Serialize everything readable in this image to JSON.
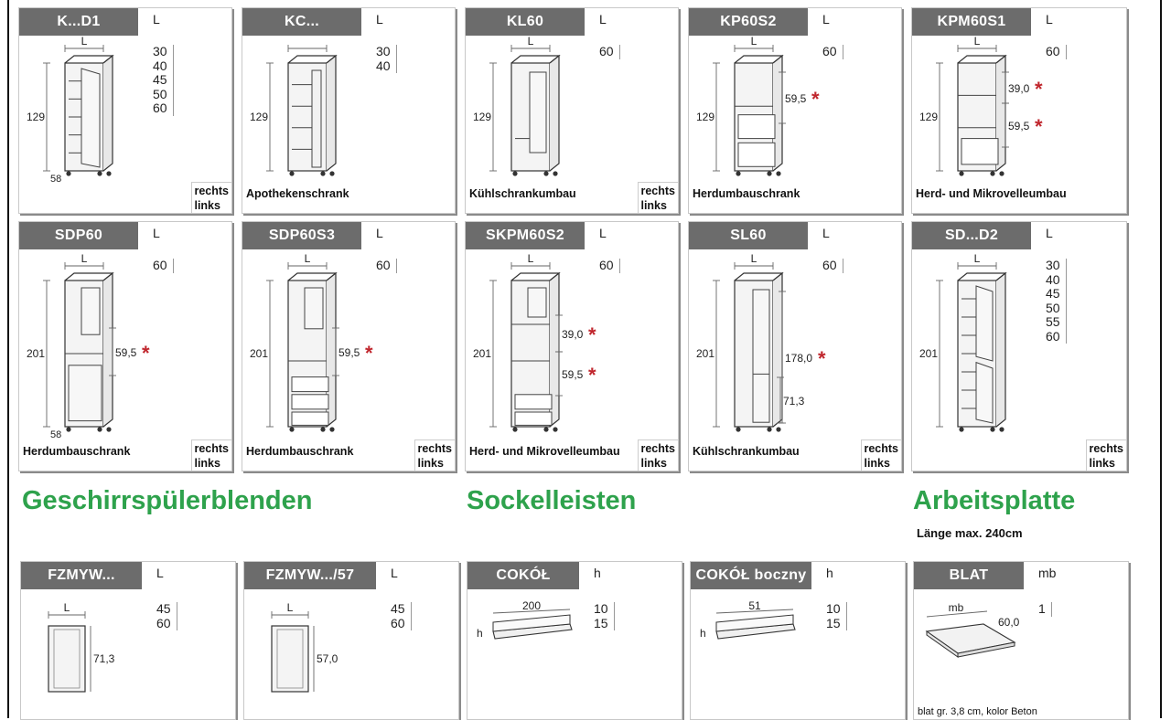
{
  "cards": [
    {
      "code": "K...D1",
      "dim_label": "L",
      "options": [
        "30",
        "40",
        "45",
        "50",
        "60"
      ],
      "description": "",
      "sides": [
        "rechts",
        "links"
      ],
      "drawing": "tall-shelves",
      "labels": {
        "width": "L",
        "height": "129",
        "depth": "58"
      }
    },
    {
      "code": "KC...",
      "dim_label": "L",
      "options": [
        "30",
        "40"
      ],
      "description": "Apothekenschrank",
      "sides": [],
      "drawing": "tall-pull",
      "labels": {
        "width": "",
        "height": "129"
      }
    },
    {
      "code": "KL60",
      "dim_label": "L",
      "options": [
        "60"
      ],
      "description": "Kühlschrankumbau",
      "sides": [
        "rechts",
        "links"
      ],
      "drawing": "tall-fridge",
      "labels": {
        "width": "L",
        "height": "129"
      }
    },
    {
      "code": "KP60S2",
      "dim_label": "L",
      "options": [
        "60"
      ],
      "description": "Herdumbauschrank",
      "sides": [],
      "drawing": "tall-oven",
      "labels": {
        "width": "L",
        "height": "129",
        "niche1": "59,5"
      }
    },
    {
      "code": "KPM60S1",
      "dim_label": "L",
      "options": [
        "60"
      ],
      "description": "Herd- und Mikrovelleumbau",
      "sides": [],
      "drawing": "tall-oven-micro",
      "labels": {
        "width": "L",
        "height": "129",
        "niche1": "39,0",
        "niche2": "59,5"
      }
    },
    {
      "code": "SDP60",
      "dim_label": "L",
      "options": [
        "60"
      ],
      "description": "Herdumbauschrank",
      "sides": [
        "rechts",
        "links"
      ],
      "drawing": "tall201-oven",
      "labels": {
        "width": "L",
        "height": "201",
        "niche1": "59,5",
        "depth": "58"
      }
    },
    {
      "code": "SDP60S3",
      "dim_label": "L",
      "options": [
        "60"
      ],
      "description": "Herdumbauschrank",
      "sides": [
        "rechts",
        "links"
      ],
      "drawing": "tall201-oven-drawers",
      "labels": {
        "width": "L",
        "height": "201",
        "niche1": "59,5"
      }
    },
    {
      "code": "SKPM60S2",
      "dim_label": "L",
      "options": [
        "60"
      ],
      "description": "Herd- und Mikrovelleumbau",
      "sides": [
        "rechts",
        "links"
      ],
      "drawing": "tall201-oven-micro",
      "labels": {
        "width": "L",
        "height": "201",
        "niche1": "39,0",
        "niche2": "59,5"
      }
    },
    {
      "code": "SL60",
      "dim_label": "L",
      "options": [
        "60"
      ],
      "description": "Kühlschrankumbau",
      "sides": [
        "rechts",
        "links"
      ],
      "drawing": "tall201-fridge",
      "labels": {
        "width": "L",
        "height": "201",
        "niche1": "178,0",
        "niche2": "71,3"
      }
    },
    {
      "code": "SD...D2",
      "dim_label": "L",
      "options": [
        "30",
        "40",
        "45",
        "50",
        "55",
        "60"
      ],
      "description": "",
      "sides": [
        "rechts",
        "links"
      ],
      "drawing": "tall201-shelves",
      "labels": {
        "width": "L",
        "height": "201"
      }
    },
    {
      "code": "FZMYW...",
      "dim_label": "L",
      "options": [
        "45",
        "60"
      ],
      "description": "",
      "sides": [],
      "drawing": "panel",
      "labels": {
        "width": "L",
        "height": "71,3"
      }
    },
    {
      "code": "FZMYW.../57",
      "dim_label": "L",
      "options": [
        "45",
        "60"
      ],
      "description": "",
      "sides": [],
      "drawing": "panel",
      "labels": {
        "width": "L",
        "height": "57,0"
      }
    },
    {
      "code": "COKÓŁ",
      "dim_label": "h",
      "options": [
        "10",
        "15"
      ],
      "description": "",
      "sides": [],
      "drawing": "plinth",
      "labels": {
        "width": "200",
        "height": "h"
      }
    },
    {
      "code": "COKÓŁ boczny",
      "dim_label": "h",
      "options": [
        "10",
        "15"
      ],
      "description": "",
      "sides": [],
      "drawing": "plinth",
      "labels": {
        "width": "51",
        "height": "h"
      }
    },
    {
      "code": "BLAT",
      "dim_label": "mb",
      "options": [
        "1"
      ],
      "description": "blat gr. 3,8 cm, kolor Beton",
      "sides": [],
      "drawing": "worktop",
      "labels": {
        "width": "mb",
        "height": "60,0"
      }
    }
  ],
  "headings": {
    "dishwasher": "Geschirrspülerblenden",
    "plinth": "Sockelleisten",
    "worktop": "Arbeitsplatte"
  },
  "worktop_note": "Länge max. 240cm",
  "colors": {
    "badge": "#6c6c6c",
    "heading": "#2ea24c",
    "asterisk": "#c0262d"
  }
}
